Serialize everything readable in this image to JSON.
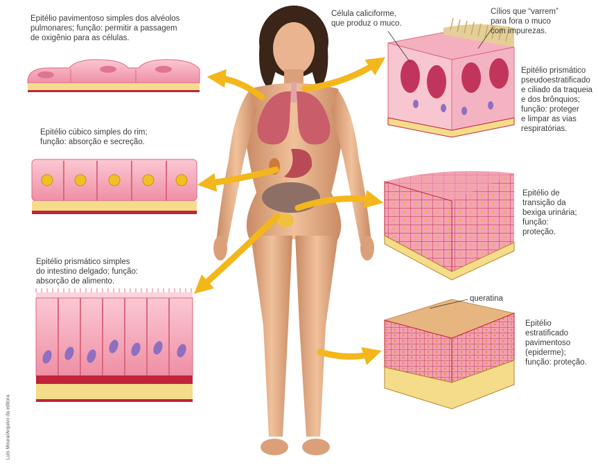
{
  "labels": {
    "alveolos": "Epitélio pavimentoso simples dos alvéolos\npulmonares; função: permitir a passagem\nde oxigênio para as células.",
    "rim": "Epitélio cúbico simples do rim;\nfunção: absorção e secreção.",
    "intestino": "Epitélio prismático simples\ndo intestino delgado; função:\nabsorção de alimento.",
    "caliciforme": "Célula caliciforme,\nque produz o muco.",
    "cilios": "Cílios que “varrem”\npara fora o muco\ncom impurezas.",
    "traqueia": "Epitélio prismático\npseudoestratificado\ne ciliado da traqueia\ne dos brônquios;\nfunção: proteger\ne limpar as vias\nrespiratórias.",
    "bexiga": "Epitélio de\ntransição da\nbexiga urinária;\nfunção:\nproteção.",
    "queratina": "queratina",
    "epiderme": "Epitélio\nestratificado\npavimentoso\n(epiderme);\nfunção: proteção."
  },
  "credit": "Luís Moura/Arquivo da editora",
  "colors": {
    "cell_pink": "#f4a9b8",
    "cell_dark": "#d9506e",
    "basal_yellow": "#f5dc8a",
    "basal_red": "#c0233a",
    "arrow_yellow": "#f3b71b",
    "skin": "#e8b48e",
    "nucleus_yellow": "#f2c026",
    "nucleus_purple": "#8e6fc0"
  }
}
